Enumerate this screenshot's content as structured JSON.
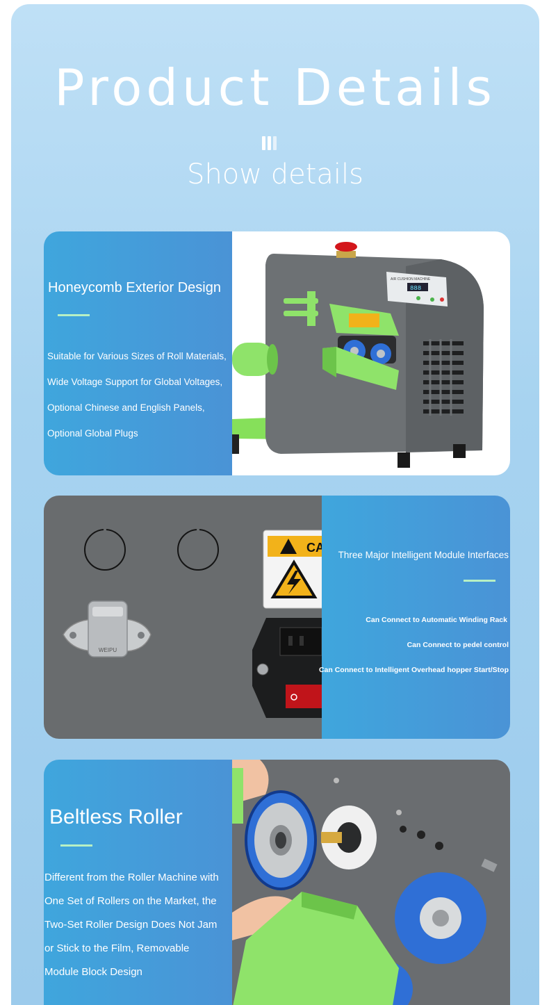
{
  "header": {
    "title": "Product Details",
    "subtitle": "Show details"
  },
  "cards": [
    {
      "heading": "Honeycomb Exterior Design",
      "features": [
        "Suitable for Various Sizes of Roll Materials,",
        "Wide Voltage Support for Global Voltages,",
        "Optional Chinese and English Panels,",
        "Optional Global Plugs"
      ],
      "panel_label": "AIR CUSHION MACHINE",
      "display": "888"
    },
    {
      "heading": "Three Major Intelligent Module Interfaces",
      "features": [
        "Can Connect to Automatic Winding Rack",
        "Can Connect to pedel control",
        "Can Connect to Intelligent Overhead hopper Start/Stop"
      ],
      "warning_text": "CA",
      "connector_label": "WEIPU"
    },
    {
      "heading": "Beltless Roller",
      "features": [
        "Different from the Roller Machine with",
        "One Set of Rollers on the Market, the",
        "Two-Set Roller Design Does Not Jam",
        "or Stick to the Film, Removable",
        "Module Block Design"
      ]
    }
  ],
  "colors": {
    "accent_line": "#b7f0c4",
    "card_blue": "#4a93d6",
    "machine_gray": "#6d7174",
    "machine_green": "#8fe36a",
    "roller_blue": "#2f6fd6"
  }
}
